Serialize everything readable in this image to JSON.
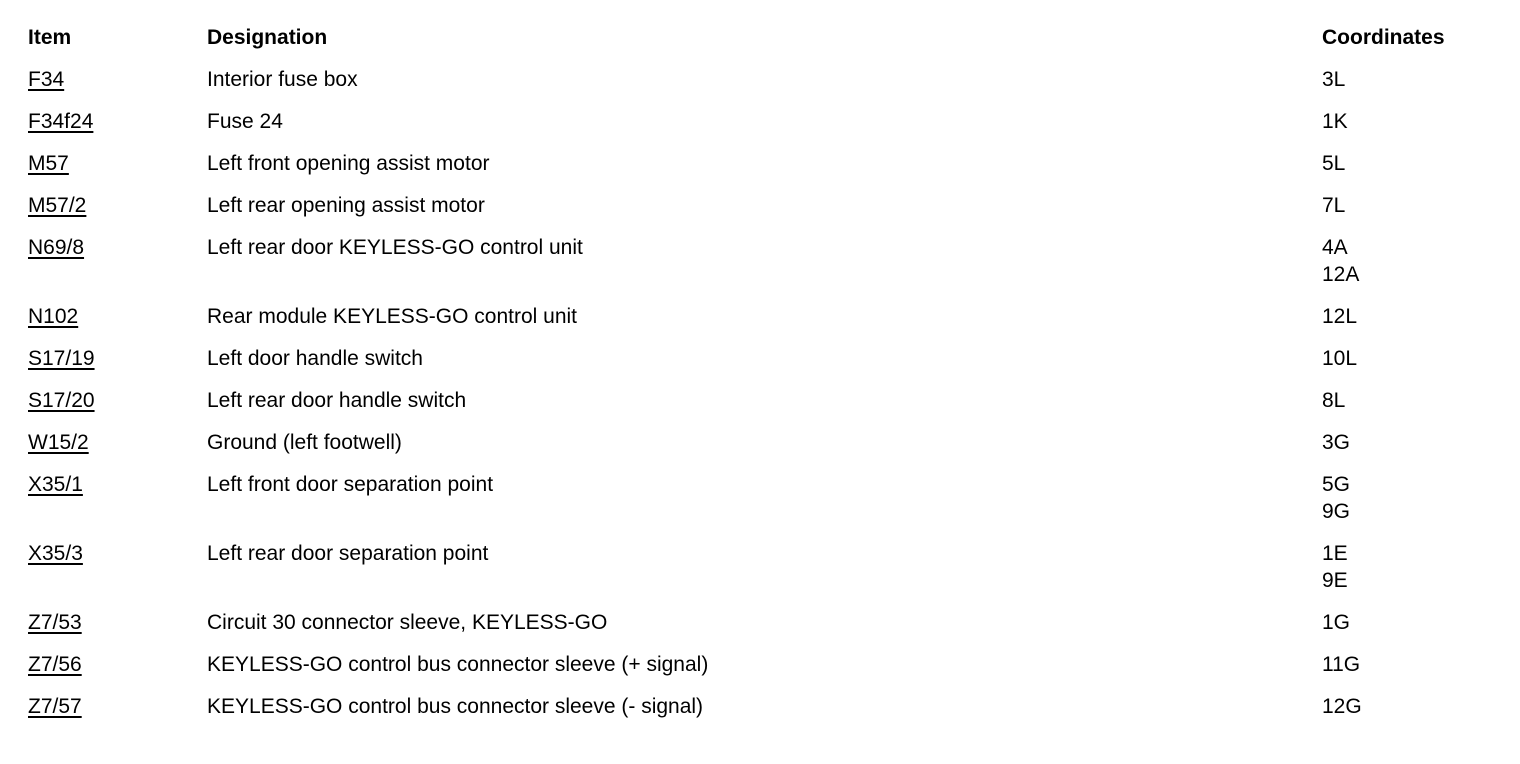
{
  "page": {
    "background_color": "#ffffff",
    "text_color": "#000000"
  },
  "table": {
    "headers": {
      "item": "Item",
      "designation": "Designation",
      "coordinates": "Coordinates"
    },
    "rows": [
      {
        "item": "F34",
        "designation": "Interior fuse box",
        "coordinates": [
          "3L"
        ]
      },
      {
        "item": "F34f24",
        "designation": "Fuse 24",
        "coordinates": [
          "1K"
        ]
      },
      {
        "item": "M57",
        "designation": "Left front opening assist motor",
        "coordinates": [
          "5L"
        ]
      },
      {
        "item": "M57/2",
        "designation": "Left rear opening assist motor",
        "coordinates": [
          "7L"
        ]
      },
      {
        "item": "N69/8",
        "designation": "Left rear door KEYLESS-GO control unit",
        "coordinates": [
          "4A",
          "12A"
        ]
      },
      {
        "item": "N102",
        "designation": "Rear module KEYLESS-GO control unit",
        "coordinates": [
          "12L"
        ]
      },
      {
        "item": "S17/19",
        "designation": "Left door handle switch",
        "coordinates": [
          "10L"
        ]
      },
      {
        "item": "S17/20",
        "designation": "Left rear door handle switch",
        "coordinates": [
          "8L"
        ]
      },
      {
        "item": "W15/2",
        "designation": "Ground (left footwell)",
        "coordinates": [
          "3G"
        ]
      },
      {
        "item": "X35/1",
        "designation": "Left front door separation point",
        "coordinates": [
          "5G",
          "9G"
        ]
      },
      {
        "item": "X35/3",
        "designation": "Left rear door separation point",
        "coordinates": [
          "1E",
          "9E"
        ]
      },
      {
        "item": "Z7/53",
        "designation": "Circuit 30 connector sleeve, KEYLESS-GO",
        "coordinates": [
          "1G"
        ]
      },
      {
        "item": "Z7/56",
        "designation": "KEYLESS-GO control bus connector sleeve (+ signal)",
        "coordinates": [
          "11G"
        ]
      },
      {
        "item": "Z7/57",
        "designation": "KEYLESS-GO control bus connector sleeve (- signal)",
        "coordinates": [
          "12G"
        ]
      }
    ]
  }
}
